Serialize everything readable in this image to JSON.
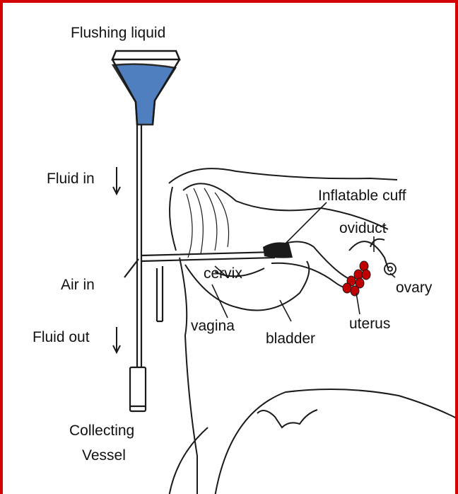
{
  "labels": {
    "flushing_liquid": "Flushing liquid",
    "fluid_in": "Fluid in",
    "air_in": "Air in",
    "fluid_out": "Fluid out",
    "collecting_vessel_line1": "Collecting",
    "collecting_vessel_line2": "Vessel",
    "inflatable_cuff": "Inflatable cuff",
    "oviduct": "oviduct",
    "ovary": "ovary",
    "cervix": "cervix",
    "vagina": "vagina",
    "bladder": "bladder",
    "uterus": "uterus"
  },
  "colors": {
    "frame": "#d40000",
    "liquid": "#4f7fbe",
    "embryo": "#c00000",
    "line": "#1a1a1a"
  }
}
